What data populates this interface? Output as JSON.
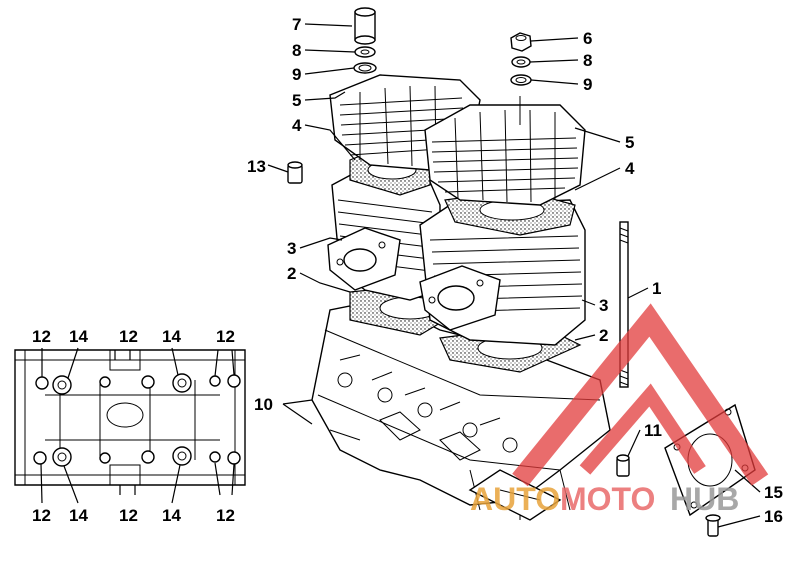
{
  "callouts": {
    "c1": "1",
    "c2a": "2",
    "c2b": "2",
    "c3a": "3",
    "c3b": "3",
    "c4a": "4",
    "c4b": "4",
    "c5a": "5",
    "c5b": "5",
    "c6": "6",
    "c7": "7",
    "c8a": "8",
    "c8b": "8",
    "c9a": "9",
    "c9b": "9",
    "c10": "10",
    "c11": "11",
    "c13": "13",
    "c15": "15",
    "c16": "16",
    "inset_top": [
      "12",
      "14",
      "12",
      "14",
      "12"
    ],
    "inset_bottom": [
      "12",
      "14",
      "12",
      "14",
      "12"
    ]
  },
  "watermark": {
    "part1": "AUTO",
    "part2": "MOTO",
    "part3": "HUB",
    "colors": {
      "triangle": "#e23b3b",
      "auto": "#e8a33a",
      "moto": "#e96b6b",
      "hub": "#9a9a9a"
    }
  }
}
